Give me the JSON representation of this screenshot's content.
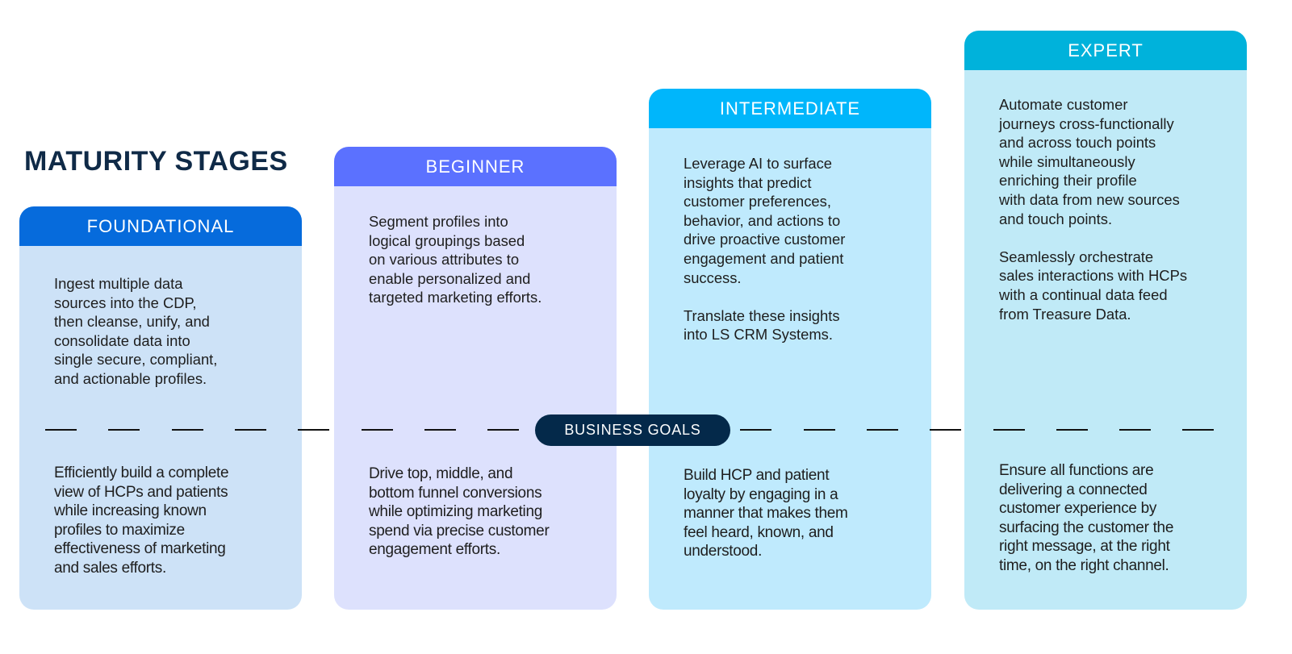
{
  "title": "MATURITY STAGES",
  "business_goals_label": "BUSINESS GOALS",
  "colors": {
    "title": "#0f2a47",
    "pill": "#04294a",
    "dash": "#111111"
  },
  "stages": [
    {
      "name": "FOUNDATIONAL",
      "header_color": "#066bdc",
      "body_color": "#cde2f7",
      "capability": "Ingest multiple data\nsources into the CDP,\nthen cleanse, unify, and\nconsolidate data into\nsingle secure, compliant,\nand actionable profiles.",
      "goal": "Efficiently build a complete\nview of HCPs and patients\nwhile increasing known\nprofiles to maximize\neffectiveness of marketing\nand sales efforts."
    },
    {
      "name": "BEGINNER",
      "header_color": "#5b71ff",
      "body_color": "#dde1fd",
      "capability": "Segment profiles into\nlogical groupings based\non various attributes to\nenable personalized and\ntargeted marketing efforts.",
      "goal": "Drive top, middle, and\nbottom funnel conversions\nwhile optimizing marketing\nspend via precise customer\nengagement efforts."
    },
    {
      "name": "INTERMEDIATE",
      "header_color": "#00b6fb",
      "body_color": "#bfeafd",
      "capability": "Leverage AI to surface\ninsights that predict\ncustomer preferences,\nbehavior, and actions to\ndrive proactive customer\nengagement and patient\nsuccess.\n\nTranslate these insights\ninto LS CRM Systems.",
      "goal": "Build HCP and patient\nloyalty by engaging in a\nmanner that makes them\nfeel heard, known, and\nunderstood."
    },
    {
      "name": "EXPERT",
      "header_color": "#00b2db",
      "body_color": "#c0eaf7",
      "capability": "Automate customer\njourneys cross-functionally\nand across touch points\nwhile simultaneously\nenriching their profile\nwith data from new sources\nand touch points.\n\nSeamlessly orchestrate\nsales interactions with HCPs\nwith a continual data feed\nfrom Treasure Data.",
      "goal": "Ensure all functions are\ndelivering a connected\ncustomer experience by\nsurfacing the customer the\nright message, at the right\ntime, on the right channel."
    }
  ]
}
